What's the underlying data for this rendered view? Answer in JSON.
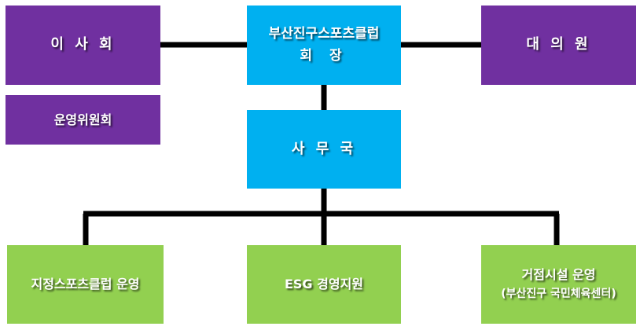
{
  "org_chart": {
    "top": {
      "title": "부산진구스포츠클럽",
      "subtitle": "회 장"
    },
    "board": {
      "label": "이 사 회"
    },
    "committee": {
      "label": "운영위원회"
    },
    "delegates": {
      "label": "대 의 원"
    },
    "secretariat": {
      "label": "사 무 국"
    },
    "divisions": [
      {
        "label": "지정스포츠클럽 운영",
        "sub": ""
      },
      {
        "label": "ESG 경영지원",
        "sub": ""
      },
      {
        "label": "거점시설 운영",
        "sub": "(부산진구 국민체육센터)"
      }
    ]
  },
  "colors": {
    "governance": "#7030a0",
    "executive": "#00b0f0",
    "division": "#92d050",
    "connector": "#000000"
  }
}
